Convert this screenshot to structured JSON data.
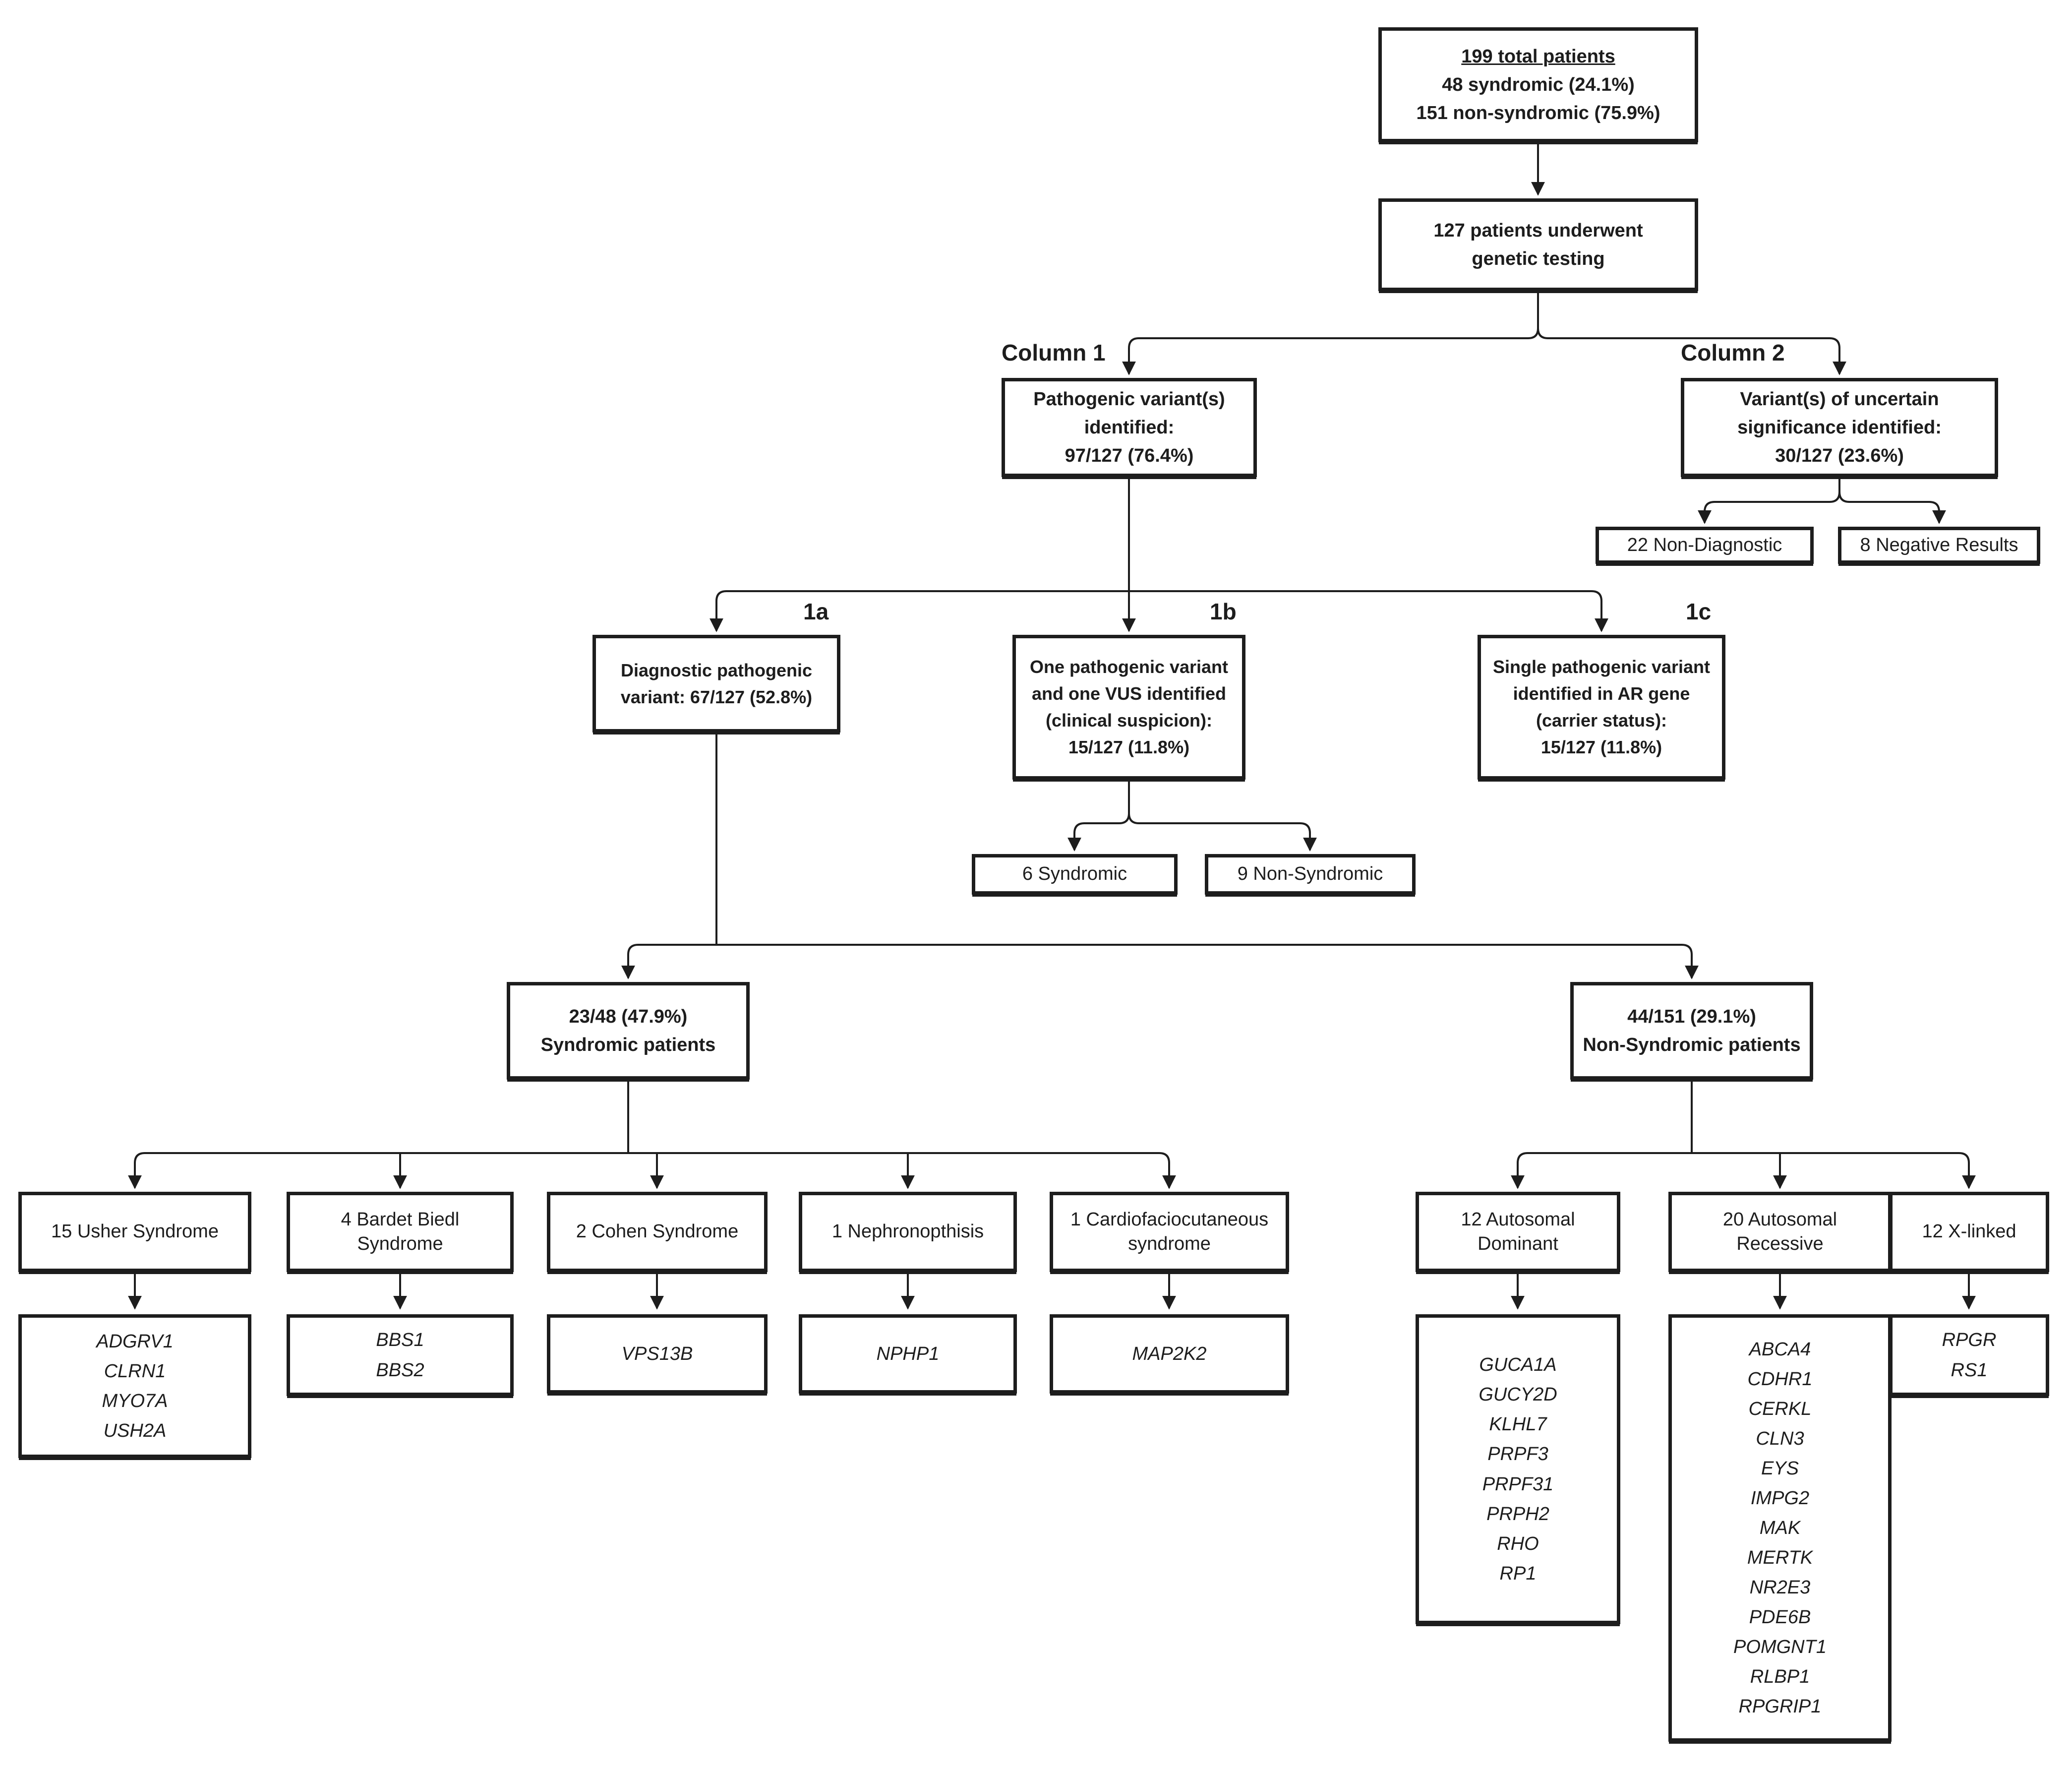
{
  "diagram": {
    "colors": {
      "line": "#1d1d1d",
      "background": "#ffffff"
    },
    "total_box": {
      "title": "199 total patients",
      "lines": "48 syndromic (24.1%)\n151 non-syndromic (75.9%)"
    },
    "testing_box": "127 patients underwent\ngenetic testing",
    "column1": {
      "label": "Column 1",
      "box": "Pathogenic variant(s)\nidentified:\n97/127 (76.4%)"
    },
    "column2": {
      "label": "Column 2",
      "box": "Variant(s) of uncertain\nsignificance identified:\n30/127 (23.6%)",
      "non_diagnostic": "22 Non-Diagnostic",
      "negative_results": "8 Negative Results"
    },
    "group_1a": {
      "label": "1a",
      "box": "Diagnostic pathogenic\nvariant: 67/127 (52.8%)"
    },
    "group_1b": {
      "label": "1b",
      "box": "One pathogenic variant\nand one VUS identified\n(clinical suspicion):\n15/127 (11.8%)",
      "syndromic": "6 Syndromic",
      "non_syndromic": "9 Non-Syndromic"
    },
    "group_1c": {
      "label": "1c",
      "box": "Single pathogenic variant\nidentified in AR gene\n(carrier status):\n15/127 (11.8%)"
    },
    "syndromic_branch": {
      "box": "23/48 (47.9%)\nSyndromic patients",
      "children": [
        {
          "label": "15 Usher Syndrome",
          "genes": "ADGRV1\nCLRN1\nMYO7A\nUSH2A"
        },
        {
          "label": "4 Bardet Biedl\nSyndrome",
          "genes": "BBS1\nBBS2"
        },
        {
          "label": "2 Cohen Syndrome",
          "genes": "VPS13B"
        },
        {
          "label": "1 Nephronopthisis",
          "genes": "NPHP1"
        },
        {
          "label": "1 Cardiofaciocutaneous\nsyndrome",
          "genes": "MAP2K2"
        }
      ]
    },
    "non_syndromic_branch": {
      "box": "44/151 (29.1%)\nNon-Syndromic patients",
      "children": [
        {
          "label": "12 Autosomal\nDominant",
          "genes": "GUCA1A\nGUCY2D\nKLHL7\nPRPF3\nPRPF31\nPRPH2\nRHO\nRP1"
        },
        {
          "label": "20 Autosomal\nRecessive",
          "genes": "ABCA4\nCDHR1\nCERKL\nCLN3\nEYS\nIMPG2\nMAK\nMERTK\nNR2E3\nPDE6B\nPOMGNT1\nRLBP1\nRPGRIP1"
        },
        {
          "label": "12 X-linked",
          "genes": "RPGR\nRS1"
        }
      ]
    }
  }
}
